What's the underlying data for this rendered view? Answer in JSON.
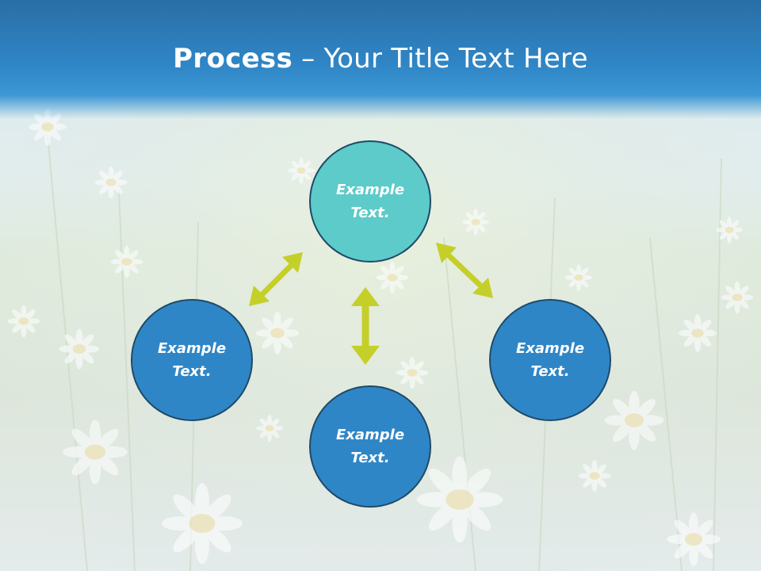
{
  "title": {
    "bold": "Process",
    "rest": " – Your Title Text Here"
  },
  "nodes": {
    "top": "Example\nText.",
    "left": "Example\nText.",
    "right": "Example\nText.",
    "bottom": "Example\nText."
  },
  "colors": {
    "title_bar": "#2f86c6",
    "node_accent": "#5ccbc9",
    "node_primary": "#2f86c6",
    "node_border": "#1f4a69",
    "arrow": "#c5cf2a"
  }
}
